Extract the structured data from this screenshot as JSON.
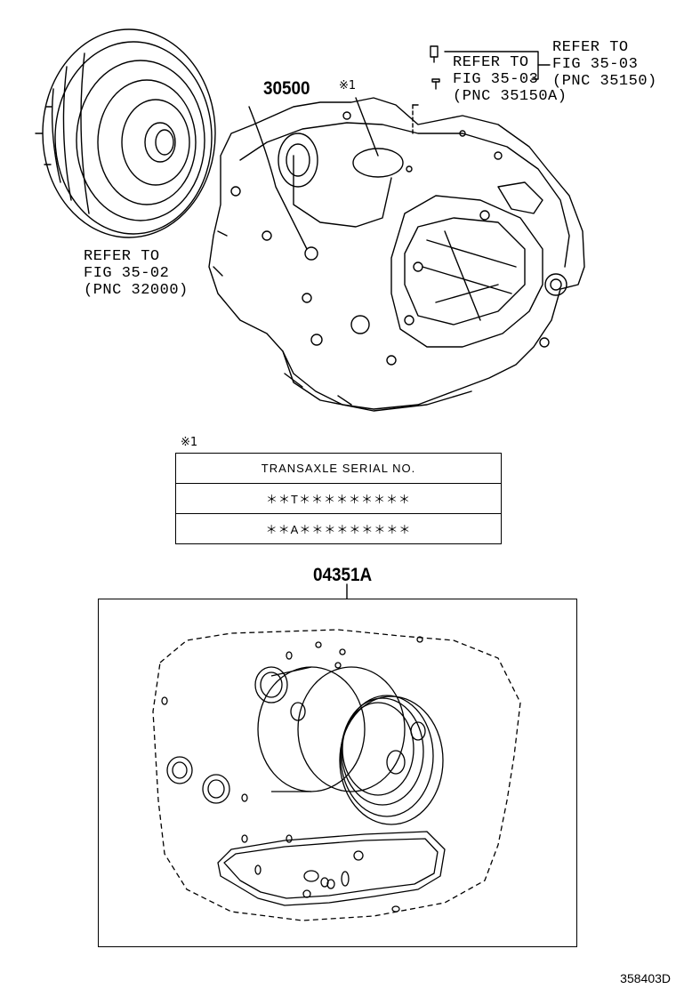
{
  "callouts": {
    "converter_ref": {
      "line1": "REFER TO",
      "line2": "FIG 35-02",
      "line3": "(PNC 32000)"
    },
    "plug_ref_a": {
      "line1": "REFER TO",
      "line2": "FIG 35-03",
      "line3": "(PNC 35150A)"
    },
    "plug_ref_b": {
      "line1": "REFER TO",
      "line2": "FIG 35-03",
      "line3": "(PNC 35150)"
    },
    "transaxle_pnc": "30500",
    "note_mark": "※1",
    "kit_pnc": "04351A"
  },
  "serial_table": {
    "note_mark": "※1",
    "header": "TRANSAXLE SERIAL NO.",
    "rows": [
      "＊＊T＊＊＊＊＊＊＊＊＊",
      "＊＊A＊＊＊＊＊＊＊＊＊"
    ]
  },
  "figure_id": "358403D"
}
